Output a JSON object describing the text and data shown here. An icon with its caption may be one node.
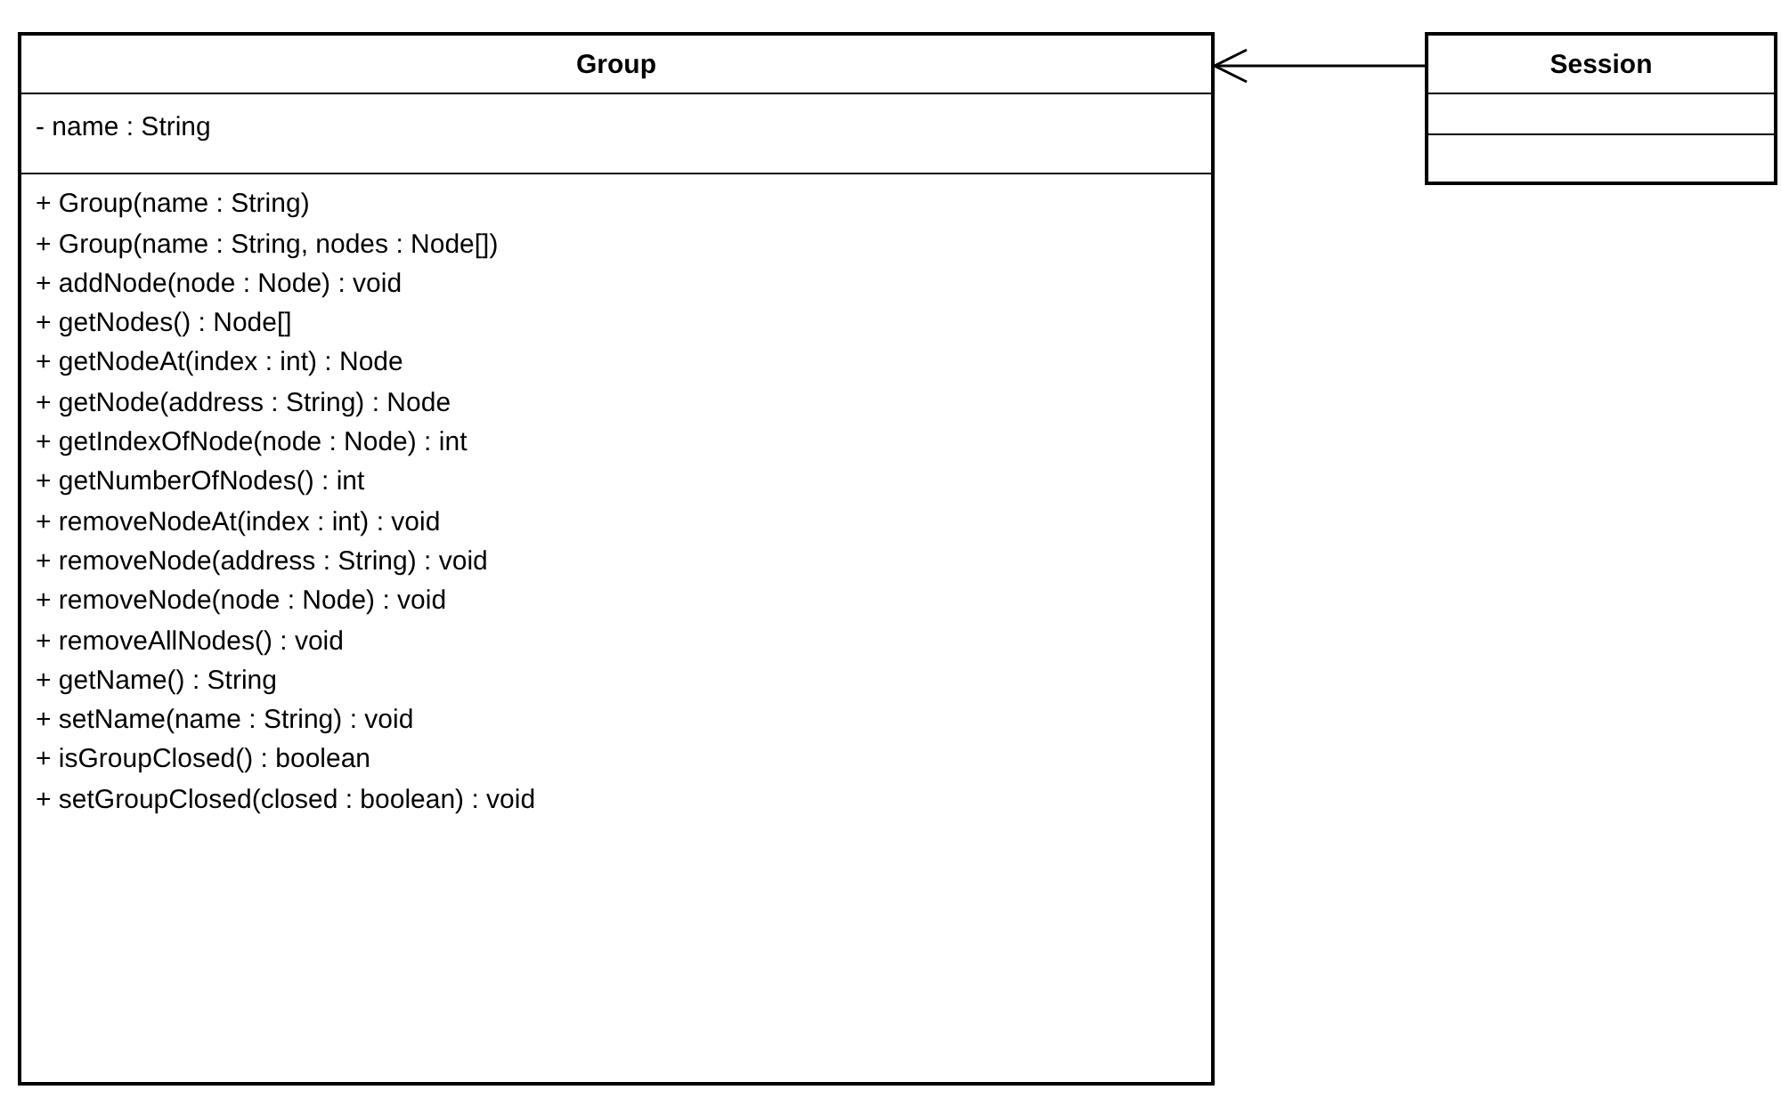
{
  "diagram": {
    "nodes": [
      {
        "text": [
          "Group",
          "- name : String",
          "+ Group(name : String)",
          "+ Group(name : String, nodes : Node[])",
          "+ addNode(node : Node) : void",
          "+ getNodes() : Node[]",
          "+ getNodeAt(index : int) : Node",
          "+ getNode(address : String) : Node",
          "+ getIndexOfNode(node : Node) : int",
          "+ getNumberOfNodes() : int",
          "+ removeNodeAt(index : int) : void",
          "+ removeNode(address : String) : void",
          "+ removeNode(node : Node) : void",
          "+ removeAllNodes() : void",
          "+ getName() : String",
          "+ setName(name : String) : void",
          "+ isGroupClosed() : boolean",
          "+ setGroupClosed(closed : boolean) : void"
        ]
      },
      {
        "text": [
          "Session"
        ]
      }
    ],
    "edges": [
      {
        "from": 1,
        "to": 0,
        "arrow": "to"
      }
    ]
  }
}
